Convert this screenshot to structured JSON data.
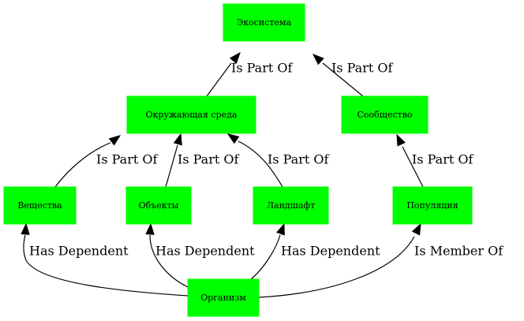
{
  "diagram": {
    "colors": {
      "node_fill": "#00ff00",
      "edge": "#000000",
      "text": "#000000",
      "background": "#ffffff"
    },
    "nodes": [
      {
        "id": "ecosystem",
        "label": "Экосистема"
      },
      {
        "id": "environment",
        "label": "Окружающая среда"
      },
      {
        "id": "community",
        "label": "Сообщество"
      },
      {
        "id": "substances",
        "label": "Вещества"
      },
      {
        "id": "objects",
        "label": "Объекты"
      },
      {
        "id": "landscape",
        "label": "Ландшафт"
      },
      {
        "id": "population",
        "label": "Популяция"
      },
      {
        "id": "organism",
        "label": "Организм"
      }
    ],
    "edges": [
      {
        "from": "environment",
        "to": "ecosystem",
        "label": "Is Part Of"
      },
      {
        "from": "community",
        "to": "ecosystem",
        "label": "Is Part Of"
      },
      {
        "from": "substances",
        "to": "environment",
        "label": "Is Part Of"
      },
      {
        "from": "objects",
        "to": "environment",
        "label": "Is Part Of"
      },
      {
        "from": "landscape",
        "to": "environment",
        "label": "Is Part Of"
      },
      {
        "from": "population",
        "to": "community",
        "label": "Is Part Of"
      },
      {
        "from": "organism",
        "to": "substances",
        "label": "Has Dependent"
      },
      {
        "from": "organism",
        "to": "objects",
        "label": "Has Dependent"
      },
      {
        "from": "organism",
        "to": "landscape",
        "label": "Has Dependent"
      },
      {
        "from": "organism",
        "to": "population",
        "label": "Is Member Of"
      }
    ]
  }
}
